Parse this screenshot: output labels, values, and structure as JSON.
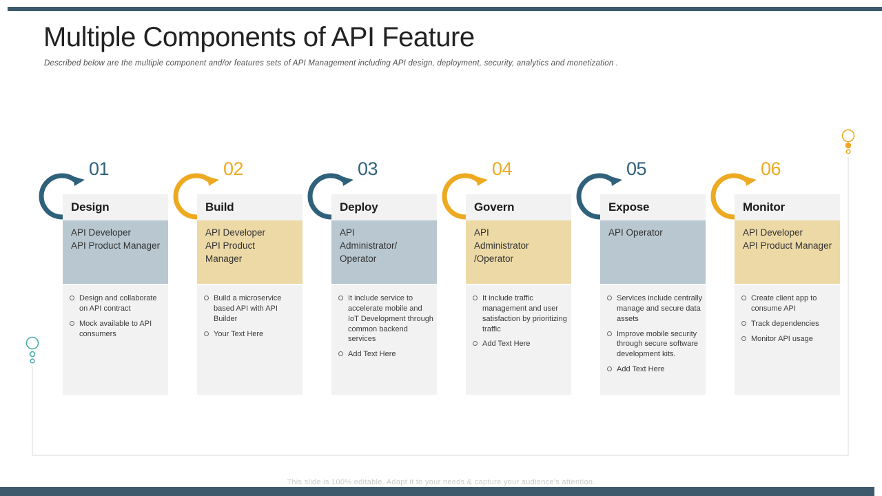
{
  "slide": {
    "title": "Multiple Components of API Feature",
    "subtitle": "Described below are the multiple component and/or features sets of API Management including API design, deployment, security, analytics and monetization .",
    "footer": "This slide is 100% editable. Adapt it to your needs & capture your audience's attention."
  },
  "colors": {
    "teal": "#2f617a",
    "gold": "#edaa21",
    "bar": "#3c5a6c",
    "role_blue": "#b8c7d0",
    "role_tan": "#ecd9a6",
    "section_bg": "#f2f2f2",
    "connector_line": "#dbdbdb",
    "left_dots": "#4aada8"
  },
  "columns": [
    {
      "number": "01",
      "accent": "teal",
      "title": "Design",
      "role_style": "blue",
      "role_lines": [
        "API Developer",
        "API Product Manager"
      ],
      "bullets": [
        "Design and collaborate on API contract",
        "Mock available  to API consumers"
      ]
    },
    {
      "number": "02",
      "accent": "gold",
      "title": "Build",
      "role_style": "tan",
      "role_lines": [
        "API Developer",
        "API Product",
        "Manager"
      ],
      "bullets": [
        "Build a microservice based API with API Builder",
        "Your Text Here"
      ]
    },
    {
      "number": "03",
      "accent": "teal",
      "title": "Deploy",
      "role_style": "blue",
      "role_lines": [
        "API",
        "Administrator/",
        "Operator"
      ],
      "bullets": [
        "It include service to accelerate mobile  and IoT Development through common backend services",
        "Add Text Here"
      ]
    },
    {
      "number": "04",
      "accent": "gold",
      "title": "Govern",
      "role_style": "tan",
      "role_lines": [
        "API",
        "Administrator",
        "/Operator"
      ],
      "bullets": [
        "It include traffic management and user satisfaction  by prioritizing  traffic",
        "Add Text Here"
      ]
    },
    {
      "number": "05",
      "accent": "teal",
      "title": "Expose",
      "role_style": "blue",
      "role_lines": [
        "API Operator"
      ],
      "bullets": [
        "Services include centrally  manage and secure data  assets",
        "Improve mobile security  through secure software  development kits.",
        "Add Text Here"
      ]
    },
    {
      "number": "06",
      "accent": "gold",
      "title": "Monitor",
      "role_style": "tan",
      "role_lines": [
        "API Developer",
        "API Product Manager"
      ],
      "bullets": [
        "Create client  app to consume  API",
        "Track dependencies",
        "Monitor API usage"
      ]
    }
  ]
}
